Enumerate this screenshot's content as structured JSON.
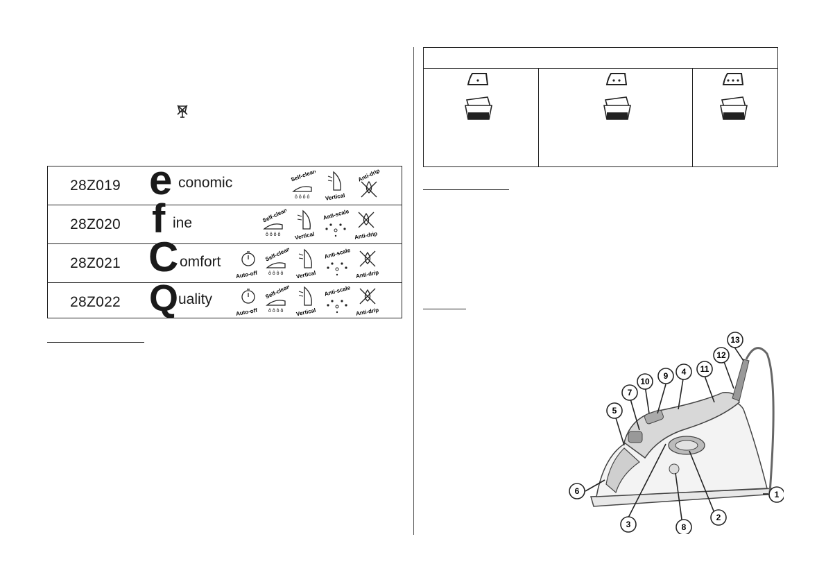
{
  "models": [
    {
      "code": "28Z019",
      "initial": "e",
      "rest": "conomic",
      "features": [
        "self-clean",
        "vertical",
        "anti-drip"
      ]
    },
    {
      "code": "28Z020",
      "initial": "f",
      "rest": "ine",
      "features": [
        "self-clean",
        "vertical",
        "anti-scale",
        "anti-drip"
      ]
    },
    {
      "code": "28Z021",
      "initial": "C",
      "rest": "omfort",
      "features": [
        "auto-off",
        "self-clean",
        "vertical",
        "anti-scale",
        "anti-drip"
      ]
    },
    {
      "code": "28Z022",
      "initial": "Q",
      "rest": "uality",
      "features": [
        "auto-off",
        "self-clean",
        "vertical",
        "anti-scale",
        "anti-drip"
      ]
    }
  ],
  "feature_labels": {
    "self_clean": "Self-clean",
    "vertical": "Vertical",
    "anti_drip": "Anti-drip",
    "anti_scale": "Anti-scale",
    "auto_off": "Auto-off"
  },
  "callouts": [
    "1",
    "2",
    "3",
    "4",
    "5",
    "6",
    "7",
    "8",
    "9",
    "10",
    "11",
    "12",
    "13"
  ],
  "icons": {
    "steam_symbol": "no-steam-symbol-icon",
    "iron_one_dot": "iron-one-dot-icon",
    "iron_two_dots": "iron-two-dots-icon",
    "iron_three_dots": "iron-three-dots-icon",
    "fabric_basin": "fabric-wash-basin-icon"
  },
  "colors": {
    "ink": "#1a1a1a",
    "paper": "#ffffff",
    "line": "#222222"
  }
}
